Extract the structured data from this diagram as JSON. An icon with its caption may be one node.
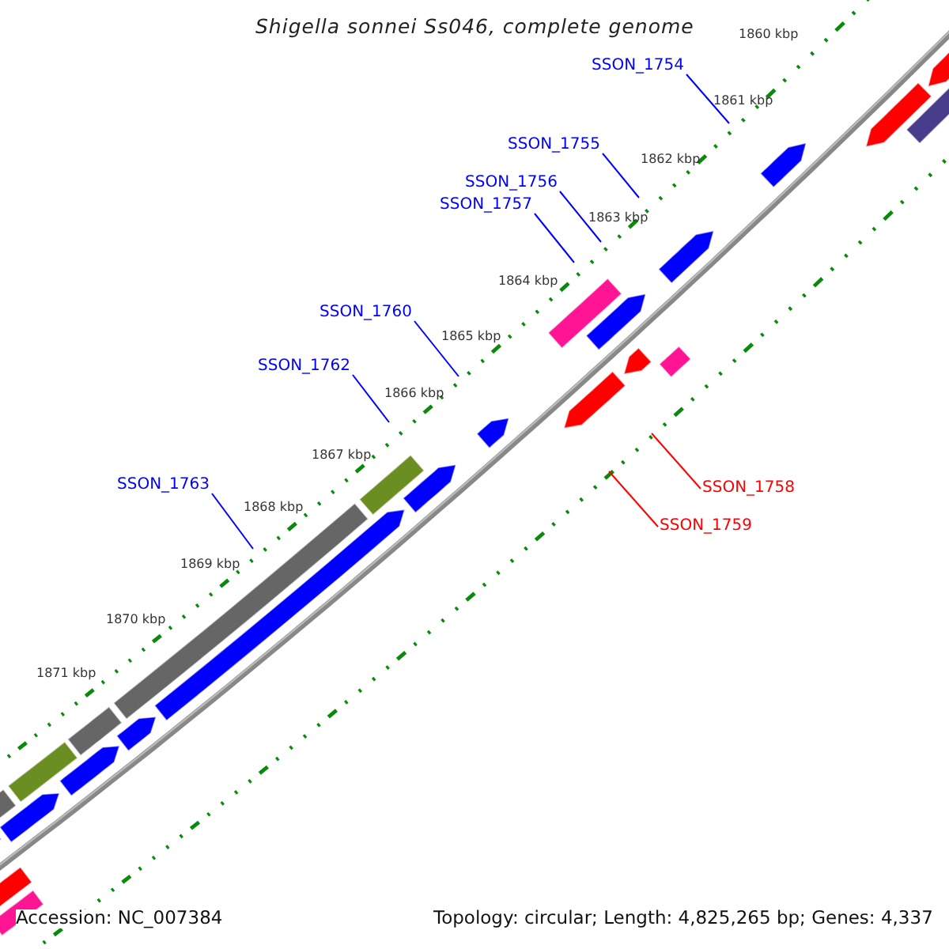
{
  "diagram": {
    "title": "Shigella sonnei Ss046, complete genome",
    "nodes": [
      {
        "text": [
          "SSON_1754"
        ]
      },
      {
        "text": [
          "SSON_1755"
        ]
      },
      {
        "text": [
          "SSON_1756"
        ]
      },
      {
        "text": [
          "SSON_1757"
        ]
      },
      {
        "text": [
          "SSON_1760"
        ]
      },
      {
        "text": [
          "SSON_1762"
        ]
      },
      {
        "text": [
          "SSON_1763"
        ]
      },
      {
        "text": [
          "SSON_1758"
        ]
      },
      {
        "text": [
          "SSON_1759"
        ]
      }
    ],
    "edges": [
      {
        "from": 0,
        "to": null,
        "arrow": "none"
      },
      {
        "from": 1,
        "to": null,
        "arrow": "none"
      },
      {
        "from": 2,
        "to": null,
        "arrow": "none"
      },
      {
        "from": 3,
        "to": null,
        "arrow": "none"
      },
      {
        "from": 4,
        "to": null,
        "arrow": "none"
      },
      {
        "from": 5,
        "to": null,
        "arrow": "none"
      },
      {
        "from": 6,
        "to": null,
        "arrow": "none"
      },
      {
        "from": 7,
        "to": null,
        "arrow": "none",
        "color": "#ff0000"
      },
      {
        "from": 8,
        "to": null,
        "arrow": "none",
        "color": "#ff0000"
      }
    ],
    "labels": [
      "1860 kbp",
      "1861 kbp",
      "1862 kbp",
      "1863 kbp",
      "1864 kbp",
      "1865 kbp",
      "1866 kbp",
      "1867 kbp",
      "1868 kbp",
      "1869 kbp",
      "1870 kbp",
      "1871 kbp",
      "Accession: NC_007384",
      "Topology: circular; Length: 4,825,265 bp; Genes: 4,337"
    ]
  }
}
